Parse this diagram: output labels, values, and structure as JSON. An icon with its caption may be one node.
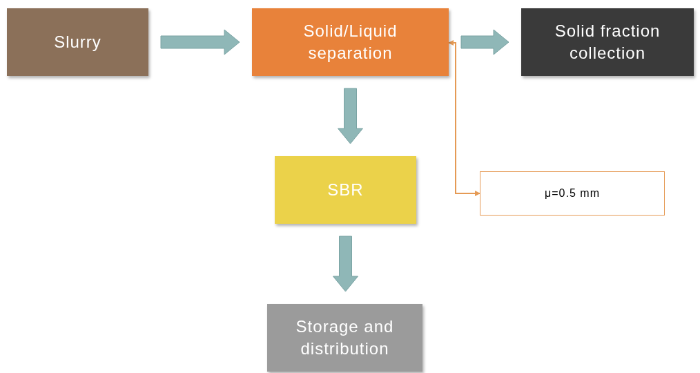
{
  "diagram": {
    "nodes": [
      {
        "text": [
          "Slurry"
        ]
      },
      {
        "text": [
          "Solid/Liquid separation"
        ]
      },
      {
        "text": [
          "Solid fraction collection"
        ]
      },
      {
        "text": [
          "SBR"
        ]
      },
      {
        "text": [
          "μ=0.5 mm"
        ]
      },
      {
        "text": [
          "Storage and distribution"
        ]
      }
    ],
    "edges": [
      {
        "from": 0,
        "to": 1,
        "arrow": "to"
      },
      {
        "from": 1,
        "to": 2,
        "arrow": "to"
      },
      {
        "from": 1,
        "to": 3,
        "arrow": "to"
      },
      {
        "from": 3,
        "to": 5,
        "arrow": "to"
      },
      {
        "from": 1,
        "to": 4,
        "arrow": "both",
        "color": "#e59a55"
      }
    ]
  }
}
